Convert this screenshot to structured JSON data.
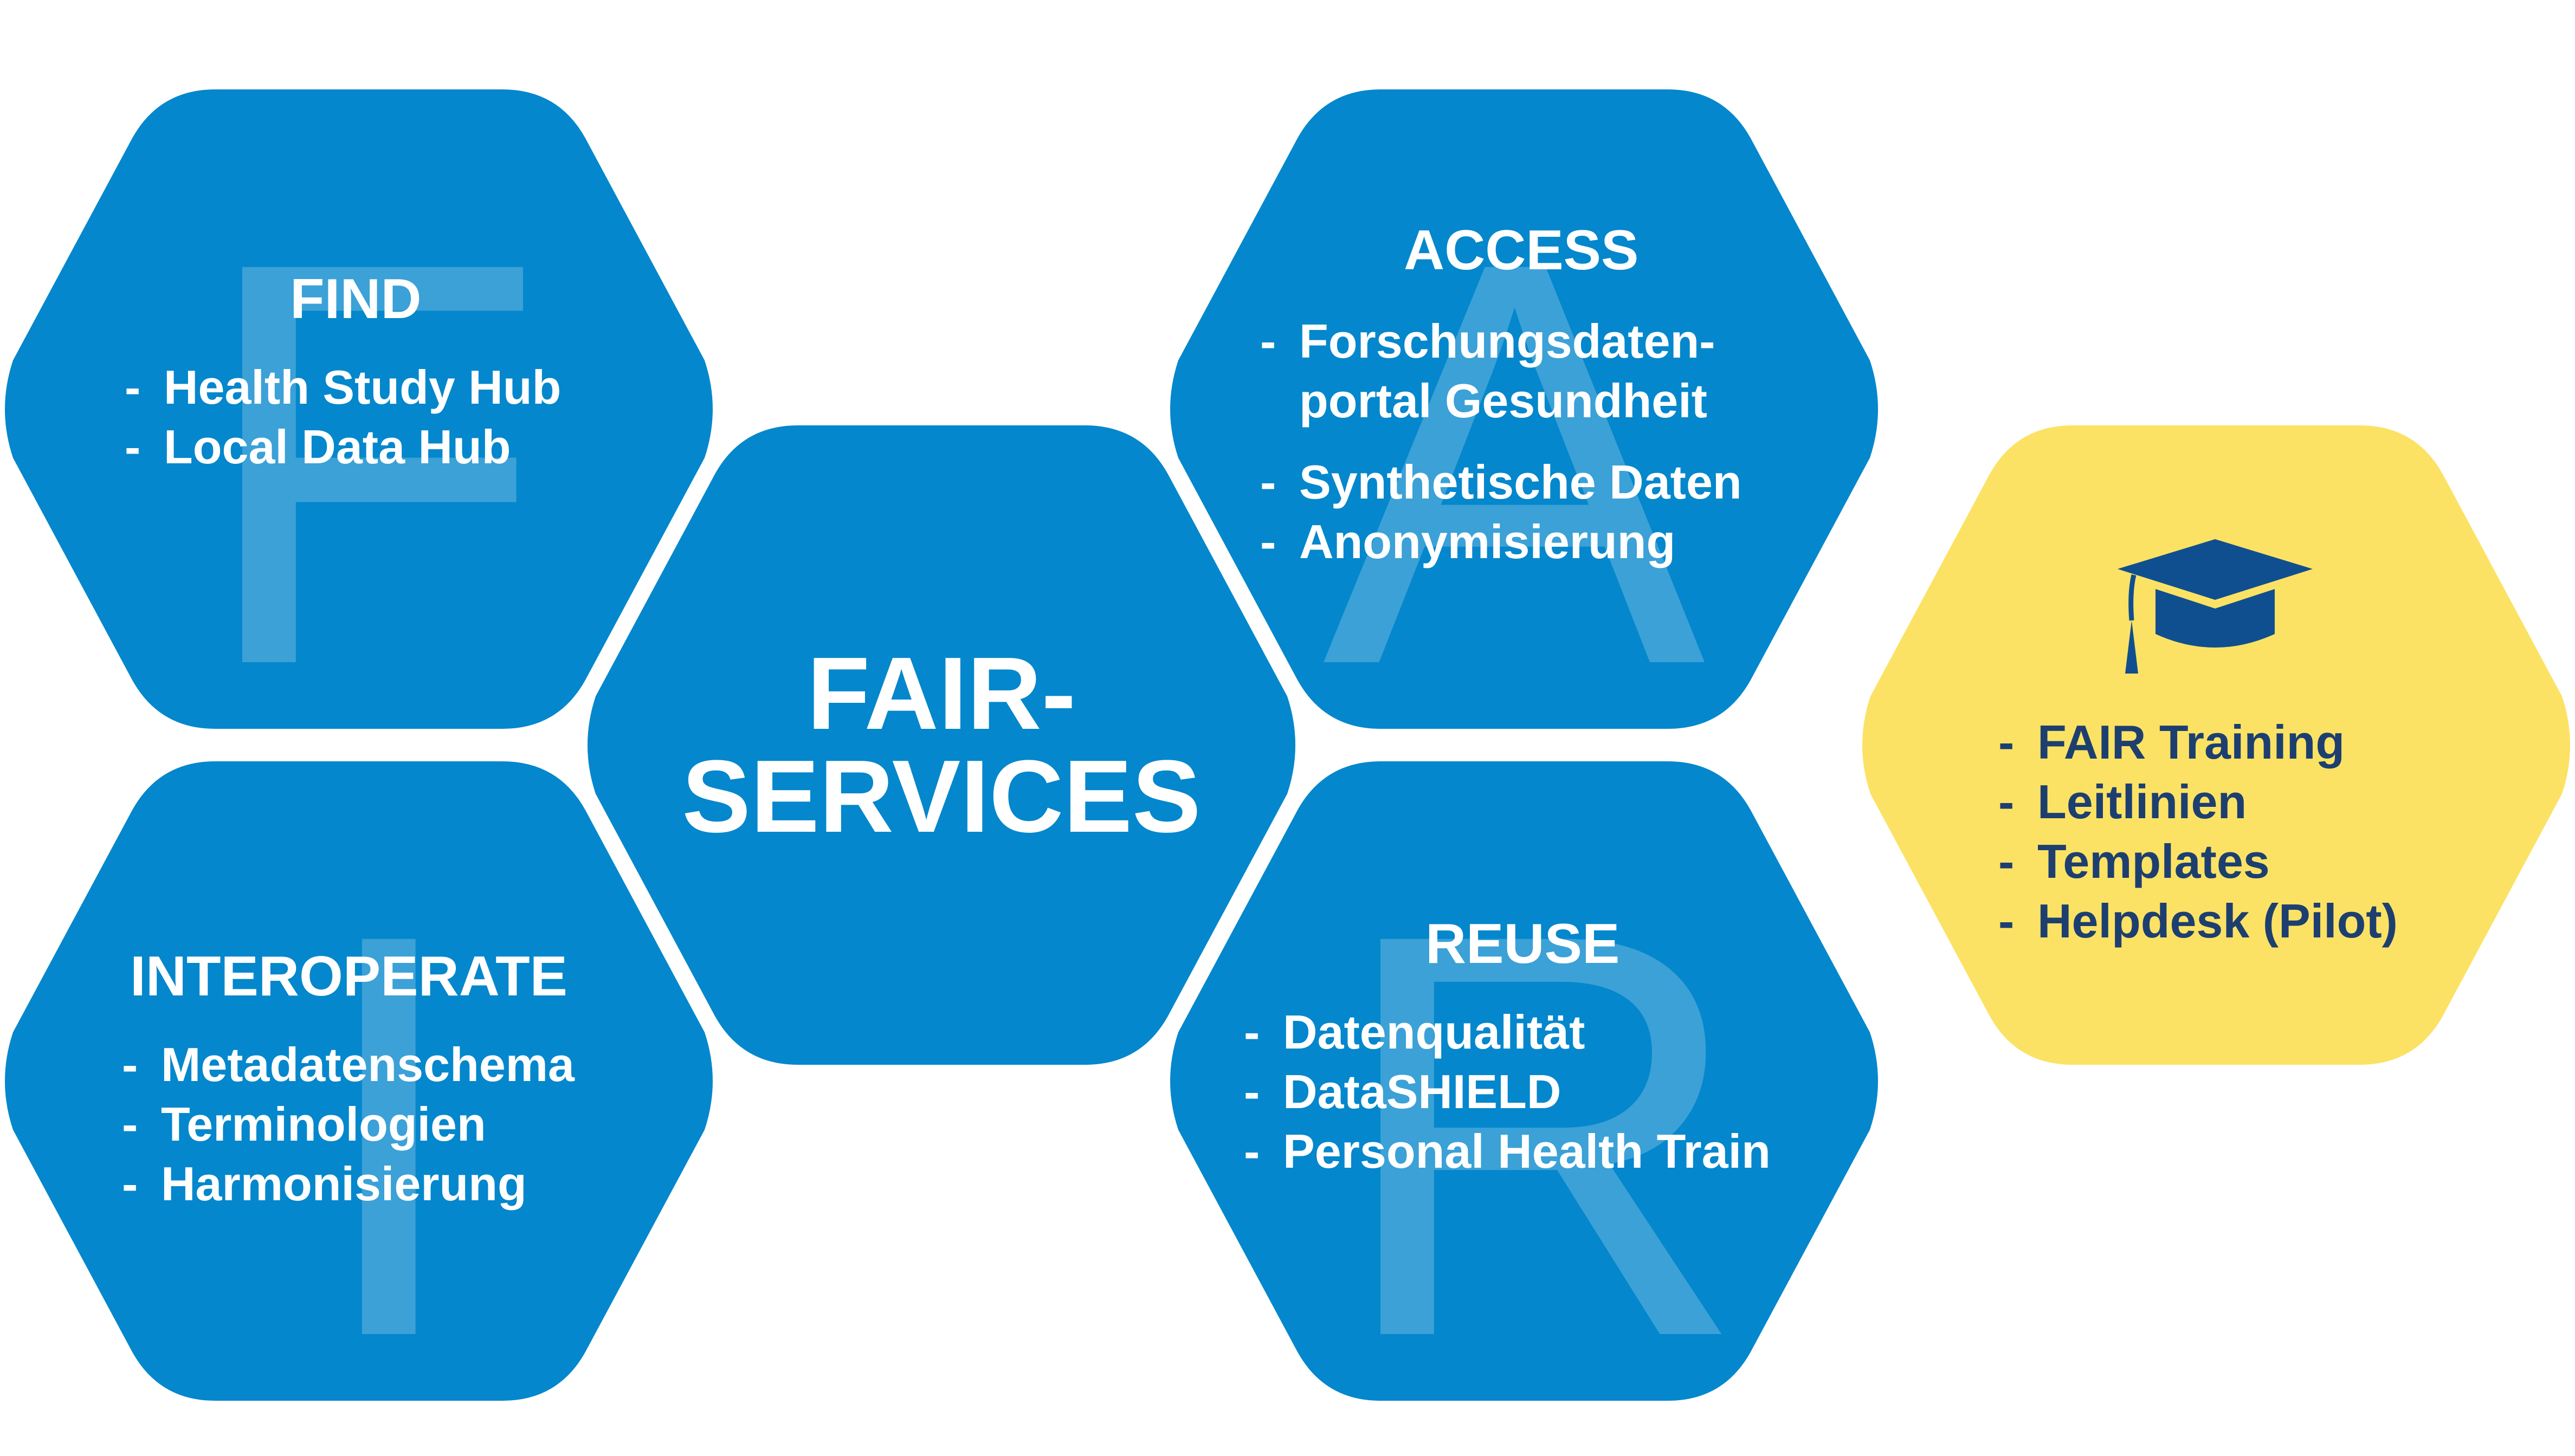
{
  "colors": {
    "hex_blue": "#0487CC",
    "hex_yellow": "#FCE264",
    "text_dark_blue": "#1D3F70",
    "icon_blue": "#104F8F"
  },
  "find": {
    "letter": "F",
    "title": "FIND",
    "items": [
      "Health Study Hub",
      "Local Data Hub"
    ]
  },
  "interoperate": {
    "letter": "I",
    "title": "INTEROPERATE",
    "items": [
      "Metadatenschema",
      "Terminologien",
      "Harmonisierung"
    ]
  },
  "center": {
    "line1": "FAIR-",
    "line2": "SERVICES"
  },
  "access": {
    "letter": "A",
    "title": "ACCESS",
    "items": [
      "Forschungsdaten-",
      "portal Gesundheit",
      "Synthetische Daten",
      "Anonymisierung"
    ]
  },
  "reuse": {
    "letter": "R",
    "title": "REUSE",
    "items": [
      "Datenqualität",
      "DataSHIELD",
      "Personal Health Train"
    ]
  },
  "training": {
    "icon": "graduation-cap-icon",
    "items": [
      "FAIR Training",
      "Leitlinien",
      "Templates",
      "Helpdesk (Pilot)"
    ]
  }
}
